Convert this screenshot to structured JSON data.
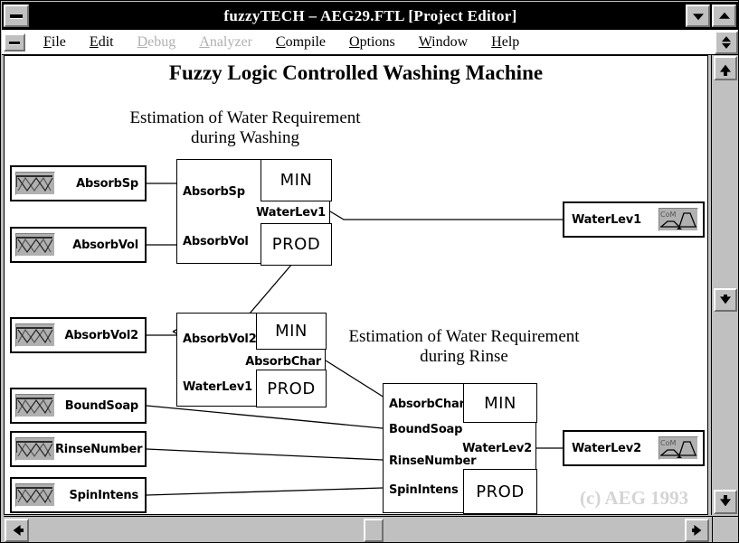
{
  "window": {
    "title": "fuzzyTECH – AEG29.FTL  [Project Editor]",
    "sys_menu_icon": "system-menu-icon",
    "minimize_icon": "minimize-icon",
    "maximize_icon": "maximize-icon"
  },
  "menu": {
    "sys_icon": "document-system-menu-icon",
    "items": [
      {
        "label": "File",
        "accel": "F",
        "disabled": false
      },
      {
        "label": "Edit",
        "accel": "E",
        "disabled": false
      },
      {
        "label": "Debug",
        "accel": "D",
        "disabled": true
      },
      {
        "label": "Analyzer",
        "accel": "A",
        "disabled": true
      },
      {
        "label": "Compile",
        "accel": "C",
        "disabled": false
      },
      {
        "label": "Options",
        "accel": "O",
        "disabled": false
      },
      {
        "label": "Window",
        "accel": "W",
        "disabled": false
      },
      {
        "label": "Help",
        "accel": "H",
        "disabled": false
      }
    ],
    "scroll_icon": "updown-spinner-icon"
  },
  "diagram": {
    "title": "Fuzzy Logic Controlled Washing Machine",
    "copyright": "(c) AEG 1993",
    "sections": [
      {
        "id": "wash",
        "line1": "Estimation of Water Requirement",
        "line2": "during Washing"
      },
      {
        "id": "rinse",
        "line1": "Estimation of Water Requirement",
        "line2": "during Rinse"
      }
    ],
    "inputs": [
      {
        "name": "AbsorbSp",
        "icon": "membership-function-icon"
      },
      {
        "name": "AbsorbVol",
        "icon": "membership-function-icon"
      },
      {
        "name": "AbsorbVol2",
        "icon": "membership-function-icon"
      },
      {
        "name": "BoundSoap",
        "icon": "membership-function-icon"
      },
      {
        "name": "RinseNumber",
        "icon": "membership-function-icon"
      },
      {
        "name": "SpinIntens",
        "icon": "membership-function-icon"
      }
    ],
    "outputs": [
      {
        "name": "WaterLev1",
        "icon": "com-defuzzification-icon",
        "method": "CoM"
      },
      {
        "name": "WaterLev2",
        "icon": "com-defuzzification-icon",
        "method": "CoM"
      }
    ],
    "rule_blocks": [
      {
        "id": "rb1",
        "inputs": [
          "AbsorbSp",
          "AbsorbVol"
        ],
        "output": "WaterLev1",
        "aggregation": "MIN",
        "composition": "PROD"
      },
      {
        "id": "rb2",
        "inputs": [
          "AbsorbVol2",
          "WaterLev1"
        ],
        "output": "AbsorbChar",
        "aggregation": "MIN",
        "composition": "PROD"
      },
      {
        "id": "rb3",
        "inputs": [
          "AbsorbChar",
          "BoundSoap",
          "RinseNumber",
          "SpinIntens"
        ],
        "output": "WaterLev2",
        "aggregation": "MIN",
        "composition": "PROD"
      }
    ]
  },
  "scrollbars": {
    "vertical": {
      "up_icon": "scroll-up-icon",
      "down_icon": "scroll-down-icon",
      "thumb": "vertical-scroll-thumb"
    },
    "horizontal": {
      "left_icon": "scroll-left-icon",
      "right_icon": "scroll-right-icon",
      "thumb": "horizontal-scroll-thumb"
    }
  },
  "colors": {
    "titlebar_bg": "#000000",
    "titlebar_fg": "#ffffff",
    "window_face": "#c0c0c0",
    "canvas_bg": "#ffffff",
    "icon_face": "#b0b0b0",
    "disabled_text": "#b0b0b0",
    "watermark": "#d4d4d4"
  }
}
